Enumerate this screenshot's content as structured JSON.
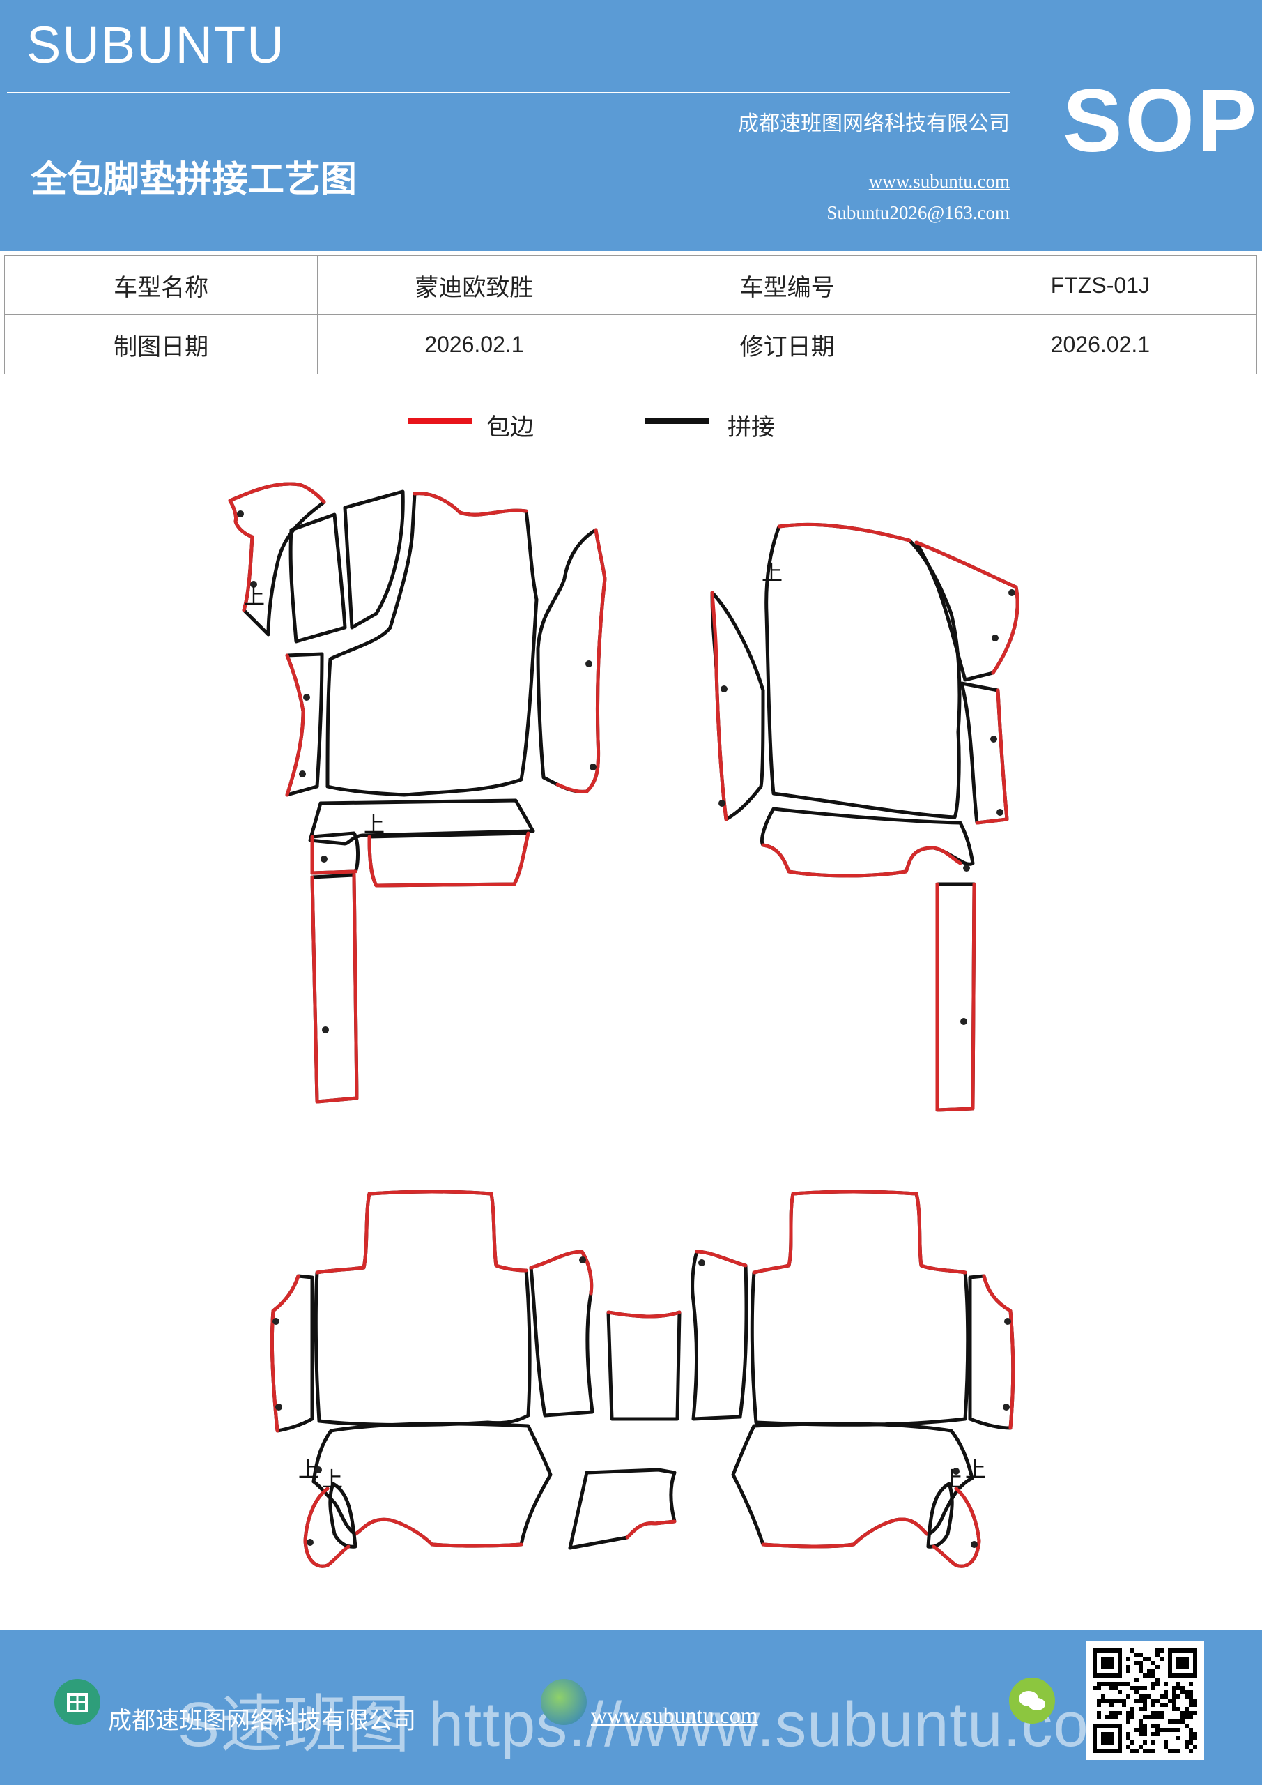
{
  "header": {
    "brand": "SUBUNTU",
    "title": "全包脚垫拼接工艺图",
    "company": "成都速班图网络科技有限公司",
    "website": "www.subuntu.com",
    "email": "Subuntu2026@163.com",
    "badge": "SOP"
  },
  "info_table": {
    "rows": [
      [
        "车型名称",
        "蒙迪欧致胜",
        "车型编号",
        "FTZS-01J"
      ],
      [
        "制图日期",
        "2026.02.1",
        "修订日期",
        "2026.02.1"
      ]
    ]
  },
  "legend": {
    "items": [
      {
        "label": "包边",
        "color": "#e8141a"
      },
      {
        "label": "拼接",
        "color": "#111111"
      }
    ]
  },
  "drawing": {
    "marker_label": "上",
    "edge_color": "#d42a2a",
    "seam_color": "#111111"
  },
  "footer": {
    "company": "成都速班图网络科技有限公司",
    "website": "www.subuntu.com",
    "watermark": "S速班图 https://www.subuntu.com",
    "icons": [
      "building-icon",
      "globe-icon",
      "wechat-icon"
    ],
    "qr_code": "qr-code"
  },
  "colors": {
    "brand_blue": "#5b9bd5",
    "edge_red": "#d42a2a",
    "seam_black": "#111111"
  }
}
